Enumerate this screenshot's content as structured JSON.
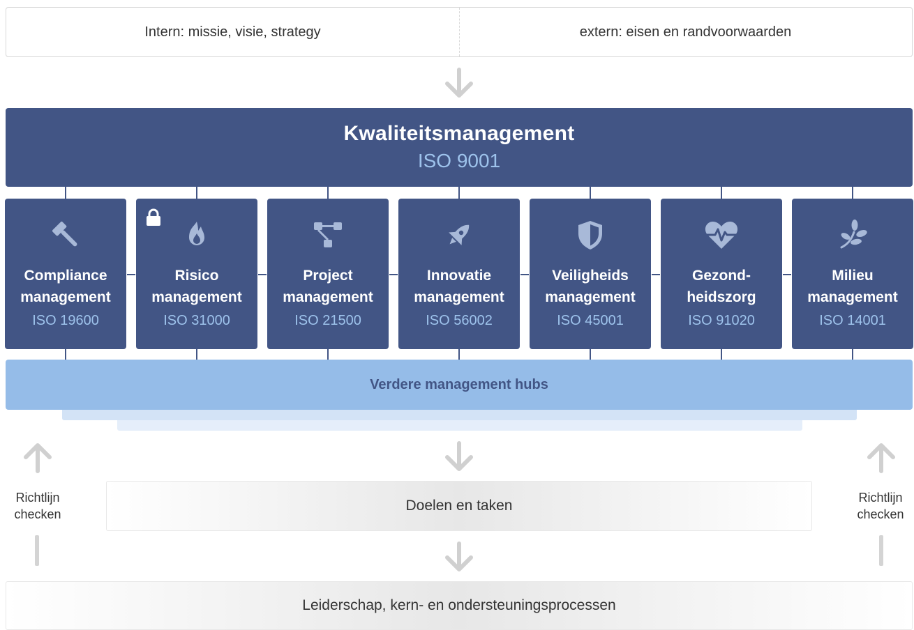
{
  "context": {
    "internal": "Intern: missie, visie, strategy",
    "external": "extern: eisen en randvoorwaarden"
  },
  "main": {
    "title": "Kwaliteitsmanagement",
    "standard": "ISO 9001"
  },
  "hubs": [
    {
      "name": "Compliance management",
      "line1": "Compliance",
      "line2": "management",
      "standard": "ISO 19600",
      "icon": "gavel-icon",
      "locked": false
    },
    {
      "name": "Risico management",
      "line1": "Risico",
      "line2": "management",
      "standard": "ISO 31000",
      "icon": "flame-icon",
      "locked": true
    },
    {
      "name": "Project management",
      "line1": "Project",
      "line2": "management",
      "standard": "ISO 21500",
      "icon": "project-diagram-icon",
      "locked": false
    },
    {
      "name": "Innovatie management",
      "line1": "Innovatie",
      "line2": "management",
      "standard": "ISO 56002",
      "icon": "rocket-icon",
      "locked": false
    },
    {
      "name": "Veiligheids management",
      "line1": "Veiligheids",
      "line2": "management",
      "standard": "ISO 45001",
      "icon": "shield-icon",
      "locked": false
    },
    {
      "name": "Gezondheidszorg",
      "line1": "Gezond-",
      "line2": "heidszorg",
      "standard": "ISO 91020",
      "icon": "heartbeat-icon",
      "locked": false
    },
    {
      "name": "Milieu management",
      "line1": "Milieu",
      "line2": "management",
      "standard": "ISO 14001",
      "icon": "leaf-icon",
      "locked": false
    }
  ],
  "further_hubs": "Verdere management hubs",
  "goals": "Doelen en taken",
  "side": {
    "left_line1": "Richtlijn",
    "left_line2": "checken",
    "right_line1": "Richtlijn",
    "right_line2": "checken"
  },
  "foundation": "Leiderschap, kern- en ondersteuningsprocessen",
  "colors": {
    "primary": "#425585",
    "accent_text": "#9ec3ec",
    "hub_bar": "#95bce8",
    "arrow": "#d0d0d0"
  }
}
